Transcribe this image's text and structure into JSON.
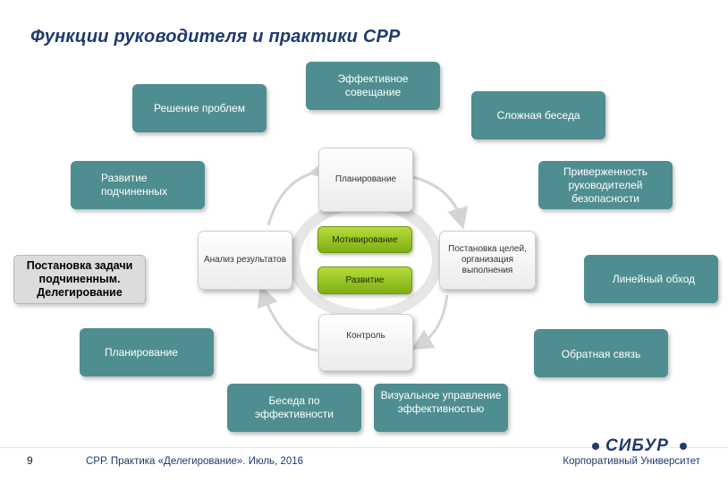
{
  "title": "Функции руководителя и практики СРР",
  "outer_boxes": {
    "effective_meeting": "Эффективное совещание",
    "problem_solving": "Решение проблем",
    "difficult_talk": "Сложная беседа",
    "subordinate_development": "Развитие подчиненных",
    "safety_commitment": "Приверженность руководителей безопасности",
    "delegation": "Постановка задачи подчиненным. Делегирование",
    "line_walk": "Линейный обход",
    "planning": "Планирование",
    "feedback": "Обратная связь",
    "performance_talk": "Беседа по эффективности",
    "visual_management": "Визуальное управление эффективностью"
  },
  "cycle": {
    "planning": "Планирование",
    "motivation": "Мотивирование",
    "development": "Развитие",
    "analysis": "Анализ результатов",
    "goal_setting": "Постановка целей, организация выполнения",
    "control": "Контроль"
  },
  "footer": {
    "page_number": "9",
    "left_text": "СРР. Практика «Делегирование». Июль, 2016",
    "right_text": "Корпоративный Университет",
    "logo_text": "СИБУР"
  },
  "colors": {
    "teal": "#4f8e90",
    "green": "#8fbf1e",
    "title_blue": "#1f3a6e"
  }
}
